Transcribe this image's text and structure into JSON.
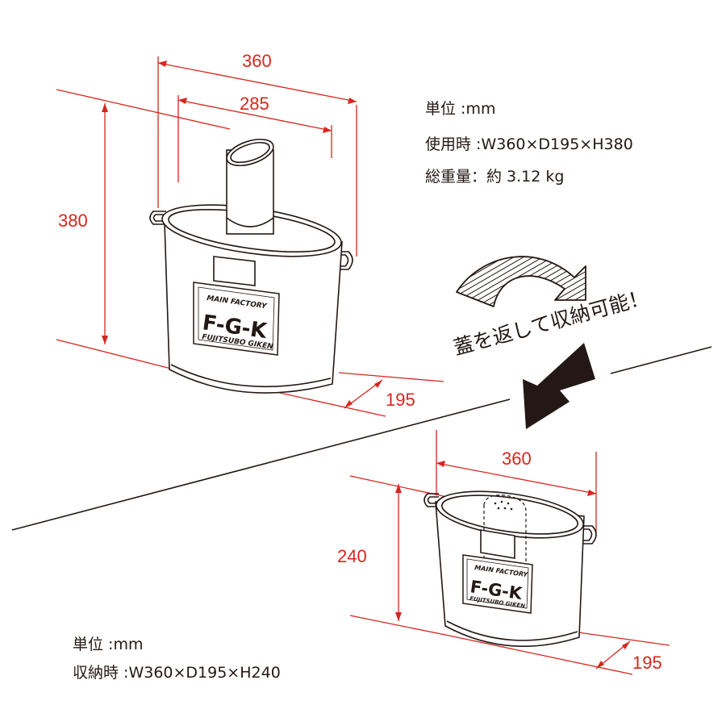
{
  "colors": {
    "dimension": "#d7261e",
    "ink": "#231815",
    "background": "#ffffff"
  },
  "upper_product": {
    "width_label": "360",
    "inner_width_label": "285",
    "height_label": "380",
    "depth_label": "195",
    "logo": {
      "line1": "MAIN FACTORY",
      "mark": "F-G-K",
      "line2": "FUJITSUBO GIKEN"
    }
  },
  "upper_specs": {
    "unit": "単位 :mm",
    "in_use": "使用時 :W360×D195×H380",
    "weight": "総重量：約 3.12 kg"
  },
  "flip_caption": "蓋を返して収納可能！",
  "flip_icons": {
    "curved_arrow": "curved-arrow-icon",
    "down_arrow": "down-arrow-icon"
  },
  "lower_product": {
    "width_label": "360",
    "height_label": "240",
    "depth_label": "195",
    "logo": {
      "line1": "MAIN FACTORY",
      "mark": "F-G-K",
      "line2": "FUJITSUBO GIKEN"
    }
  },
  "lower_specs": {
    "unit": "単位 :mm",
    "stored": "収納時 :W360×D195×H240"
  }
}
